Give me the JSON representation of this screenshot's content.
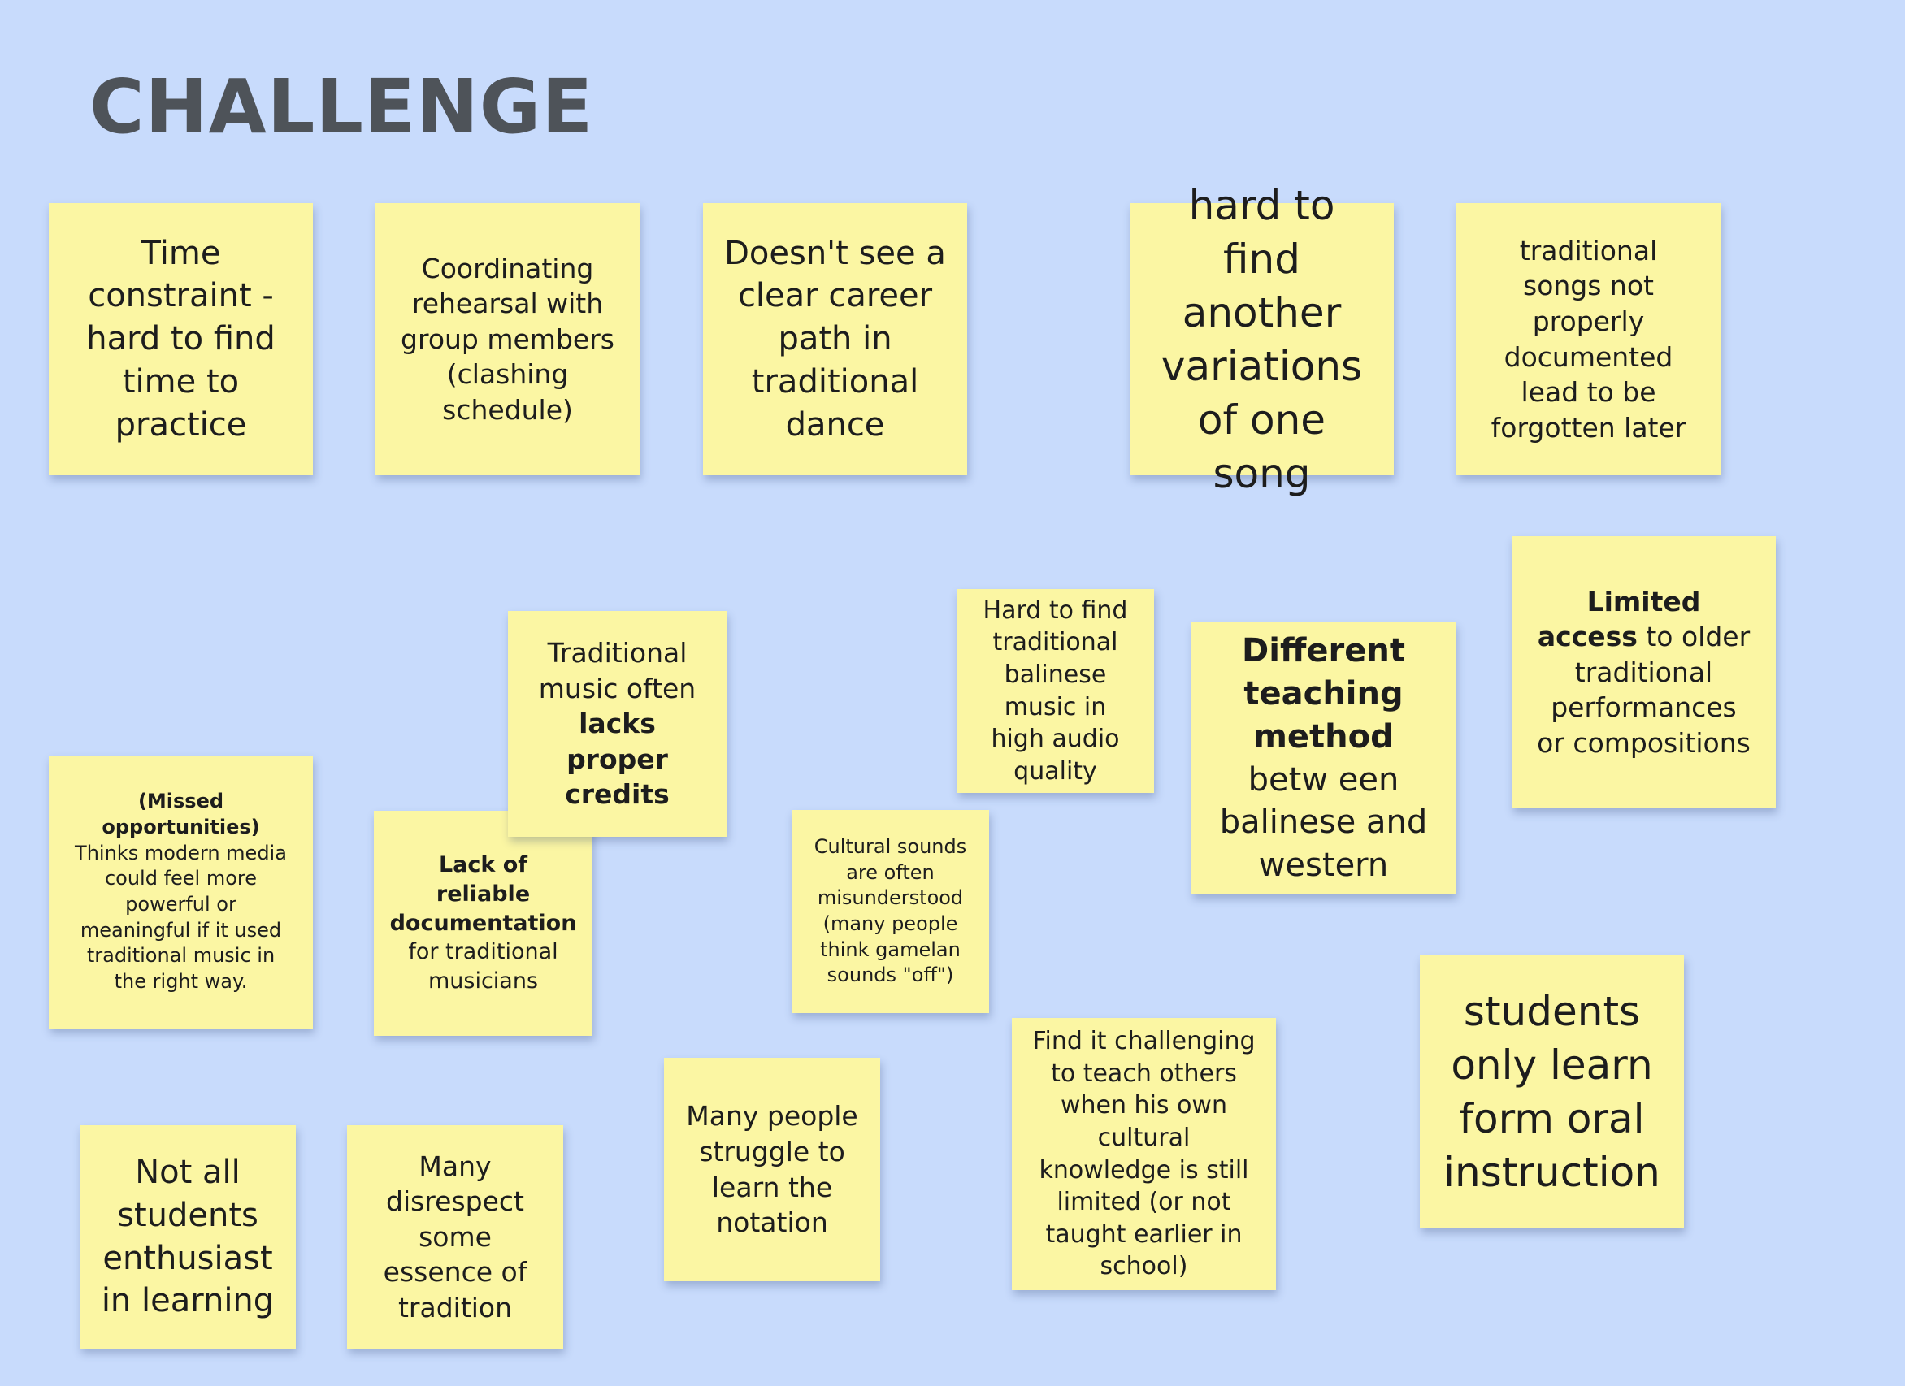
{
  "board": {
    "title": "CHALLENGE",
    "background_color": "#c8dbfc",
    "note_color": "#fbf6a3"
  },
  "notes": [
    {
      "id": "time-constraint",
      "parts": [
        {
          "text": "Time constraint - hard to find time to practice"
        }
      ]
    },
    {
      "id": "coordinating-rehearsal",
      "parts": [
        {
          "text": "Coordinating rehearsal with group members (clashing schedule)"
        }
      ]
    },
    {
      "id": "career-path",
      "parts": [
        {
          "text": "Doesn't see a clear career path in traditional dance"
        }
      ]
    },
    {
      "id": "song-variations",
      "parts": [
        {
          "text": "hard to find another variations of one song"
        }
      ]
    },
    {
      "id": "songs-not-documented",
      "parts": [
        {
          "text": "traditional songs not properly documented lead to be forgotten later"
        }
      ]
    },
    {
      "id": "limited-access",
      "parts": [
        {
          "text": "Limited access",
          "bold": true
        },
        {
          "text": " to older traditional performances or compositions"
        }
      ]
    },
    {
      "id": "lacks-credits",
      "parts": [
        {
          "text": "Traditional music often "
        },
        {
          "text": "lacks proper credits",
          "bold": true
        }
      ]
    },
    {
      "id": "audio-quality",
      "parts": [
        {
          "text": "Hard to find traditional balinese music in high audio quality"
        }
      ]
    },
    {
      "id": "teaching-method",
      "parts": [
        {
          "text": "Different teaching method",
          "bold": true
        },
        {
          "text": " betw een balinese and western"
        }
      ]
    },
    {
      "id": "missed-opportunities",
      "parts": [
        {
          "text": "(Missed opportunities)",
          "bold": true
        },
        {
          "text": " Thinks modern media could feel more powerful or meaningful if it used traditional music in the right way."
        }
      ]
    },
    {
      "id": "reliable-documentation",
      "parts": [
        {
          "text": "Lack of reliable documentation",
          "bold": true
        },
        {
          "text": " for traditional musicians"
        }
      ]
    },
    {
      "id": "cultural-sounds",
      "parts": [
        {
          "text": "Cultural sounds are often misunderstood (many people think gamelan sounds \"off\")"
        }
      ]
    },
    {
      "id": "oral-instruction",
      "parts": [
        {
          "text": "students only learn form oral instruction"
        }
      ]
    },
    {
      "id": "teach-others",
      "parts": [
        {
          "text": "Find it challenging to teach others when his own cultural knowledge is still limited (or not taught earlier in school)"
        }
      ]
    },
    {
      "id": "not-enthusiast",
      "parts": [
        {
          "text": "Not all students enthusiast in learning"
        }
      ]
    },
    {
      "id": "disrespect-tradition",
      "parts": [
        {
          "text": "Many disrespect some essence of tradition"
        }
      ]
    },
    {
      "id": "struggle-notation",
      "parts": [
        {
          "text": "Many people struggle to learn the notation"
        }
      ]
    }
  ]
}
